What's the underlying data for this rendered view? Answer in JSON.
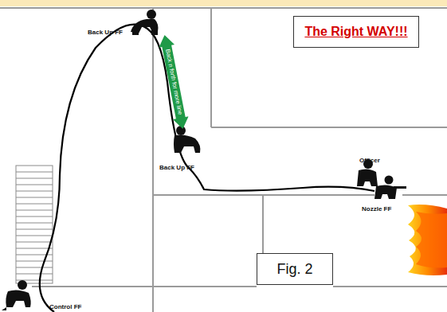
{
  "diagram": {
    "caption": "Fig. 2",
    "nodes": [
      {
        "text": [
          "The Right WAY!!!"
        ]
      },
      {
        "text": [
          "Back n forth for more line"
        ]
      },
      {
        "text": [
          "Fig. 2"
        ]
      }
    ],
    "labels": [
      "Back Up FF",
      "Back Up FF",
      "Officer",
      "Nozzle FF",
      "Control FF"
    ]
  }
}
